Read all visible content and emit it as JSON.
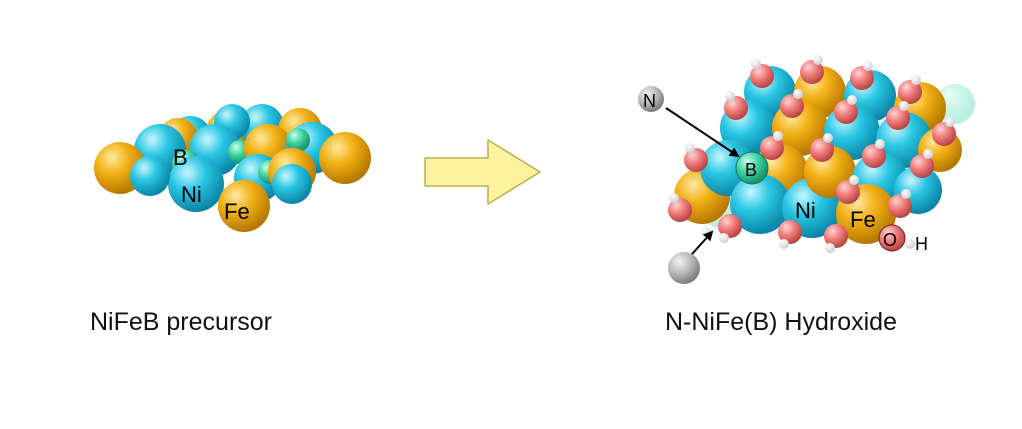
{
  "colors": {
    "nickel": "#29c6e3",
    "iron": "#f2b015",
    "boron": "#3fd1a0",
    "oxygen": "#f07b7b",
    "hydrogen": "#ffffff",
    "nitrogen": "#b7b7b7",
    "arrow_fill": "#fff3a0",
    "arrow_stroke": "#b8b04a"
  },
  "left": {
    "labels": {
      "boron": "B",
      "nickel": "Ni",
      "iron": "Fe"
    },
    "caption": "NiFeB precursor"
  },
  "arrow": {
    "icon": "block-arrow-right-icon"
  },
  "right": {
    "labels": {
      "nitrogen": "N",
      "boron": "B",
      "nickel": "Ni",
      "iron": "Fe",
      "oxygen": "O",
      "hydrogen": "H"
    },
    "caption": "N-NiFe(B) Hydroxide"
  }
}
